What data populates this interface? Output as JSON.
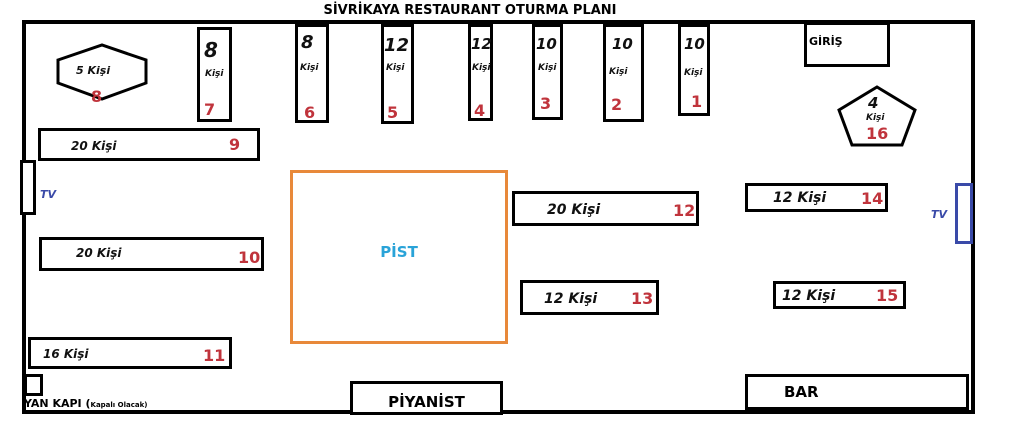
{
  "title": "SİVRİKAYA RESTAURANT OTURMA PLANI",
  "entrance": "GİRİŞ",
  "dance_floor": "PİST",
  "pianist": "PİYANİST",
  "bar": "BAR",
  "side_door": "YAN KAPI (",
  "side_door_note": "Kapalı Olacak)",
  "tv": "TV",
  "kisi": "Kişi",
  "colors": {
    "table_number": "#c0343c",
    "dance_floor": "#e8893a",
    "pist_text": "#29a3d8",
    "tv": "#3a4aa8"
  },
  "tables": [
    {
      "no": "1",
      "cap": "10"
    },
    {
      "no": "2",
      "cap": "10"
    },
    {
      "no": "3",
      "cap": "10"
    },
    {
      "no": "4",
      "cap": "12"
    },
    {
      "no": "5",
      "cap": "12"
    },
    {
      "no": "6",
      "cap": "8"
    },
    {
      "no": "7",
      "cap": "8"
    },
    {
      "no": "8",
      "label": "5 Kişi"
    },
    {
      "no": "9",
      "label": "20 Kişi"
    },
    {
      "no": "10",
      "label": "20 Kişi"
    },
    {
      "no": "11",
      "label": "16 Kişi"
    },
    {
      "no": "12",
      "label": "20 Kişi"
    },
    {
      "no": "13",
      "label": "12 Kişi"
    },
    {
      "no": "14",
      "label": "12 Kişi"
    },
    {
      "no": "15",
      "label": "12 Kişi"
    },
    {
      "no": "16",
      "cap": "4"
    }
  ]
}
